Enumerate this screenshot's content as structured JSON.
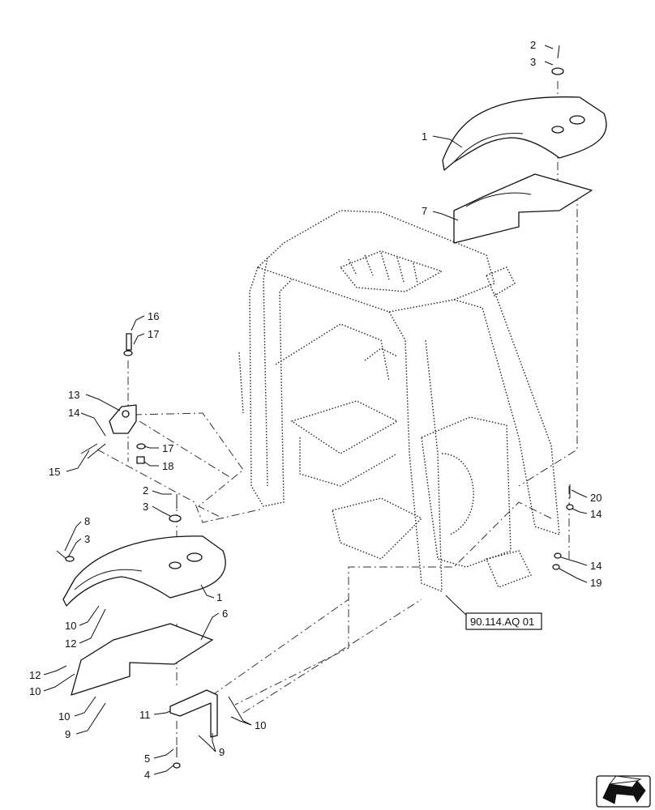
{
  "diagram": {
    "callouts": [
      {
        "id": "c-2-top",
        "text": "2"
      },
      {
        "id": "c-3-top",
        "text": "3"
      },
      {
        "id": "c-1-top",
        "text": "1"
      },
      {
        "id": "c-7",
        "text": "7"
      },
      {
        "id": "c-16",
        "text": "16"
      },
      {
        "id": "c-17-top",
        "text": "17"
      },
      {
        "id": "c-13",
        "text": "13"
      },
      {
        "id": "c-14-left",
        "text": "14"
      },
      {
        "id": "c-17-mid",
        "text": "17"
      },
      {
        "id": "c-15",
        "text": "15"
      },
      {
        "id": "c-18",
        "text": "18"
      },
      {
        "id": "c-2-mid",
        "text": "2"
      },
      {
        "id": "c-3-mid",
        "text": "3"
      },
      {
        "id": "c-8",
        "text": "8"
      },
      {
        "id": "c-3-left",
        "text": "3"
      },
      {
        "id": "c-1-low",
        "text": "1"
      },
      {
        "id": "c-6",
        "text": "6"
      },
      {
        "id": "c-10-a",
        "text": "10"
      },
      {
        "id": "c-12-a",
        "text": "12"
      },
      {
        "id": "c-12-b",
        "text": "12"
      },
      {
        "id": "c-10-b",
        "text": "10"
      },
      {
        "id": "c-10-c",
        "text": "10"
      },
      {
        "id": "c-9-a",
        "text": "9"
      },
      {
        "id": "c-11",
        "text": "11"
      },
      {
        "id": "c-10-d",
        "text": "10"
      },
      {
        "id": "c-9-b",
        "text": "9"
      },
      {
        "id": "c-5",
        "text": "5"
      },
      {
        "id": "c-4",
        "text": "4"
      },
      {
        "id": "c-20",
        "text": "20"
      },
      {
        "id": "c-14-r1",
        "text": "14"
      },
      {
        "id": "c-14-r2",
        "text": "14"
      },
      {
        "id": "c-19",
        "text": "19"
      }
    ],
    "reference": "90.114.AQ 01",
    "nav_icon": "arrow-navigation-icon"
  }
}
